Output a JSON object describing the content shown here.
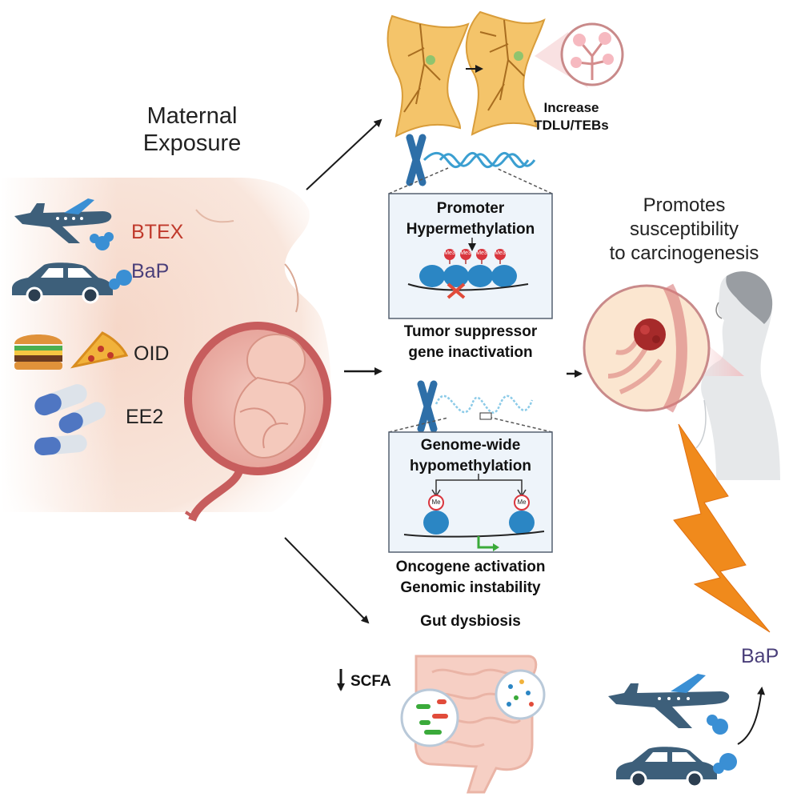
{
  "maternal_exposure": {
    "line1": "Maternal",
    "line2": "Exposure"
  },
  "exposures": [
    {
      "label": "BTEX",
      "color": "#c0392b",
      "icon": "airplane-icon"
    },
    {
      "label": "BaP",
      "color": "#4a3f7a",
      "icon": "car-icon"
    },
    {
      "label": "OID",
      "color": "#222222",
      "icon": "burger-pizza-icon"
    },
    {
      "label": "EE2",
      "color": "#222222",
      "icon": "pill-icon"
    }
  ],
  "mammary": {
    "line1": "Increase",
    "line2": "TDLU/TEBs"
  },
  "promoter_box": {
    "line1": "Promoter",
    "line2": "Hypermethylation",
    "me_label": "Me3"
  },
  "tumor_suppressor": {
    "line1": "Tumor suppressor",
    "line2": "gene inactivation"
  },
  "genome_box": {
    "line1": "Genome-wide",
    "line2": "hypomethylation",
    "me_label": "Me"
  },
  "oncogene": {
    "line1": "Oncogene activation",
    "line2": "Genomic instability"
  },
  "gut": {
    "label": "Gut dysbiosis",
    "scfa": "SCFA"
  },
  "outcome": {
    "line1": "Promotes",
    "line2": "susceptibility",
    "line3": "to carcinogenesis"
  },
  "adult_exposure": {
    "label": "BaP",
    "color": "#4a3f7a"
  },
  "colors": {
    "vehicle": "#3d5f7a",
    "smoke": "#3a8fd4",
    "dna": "#3b9fd1",
    "lightning": "#f08a1c",
    "mammary": "#f4c46a"
  }
}
